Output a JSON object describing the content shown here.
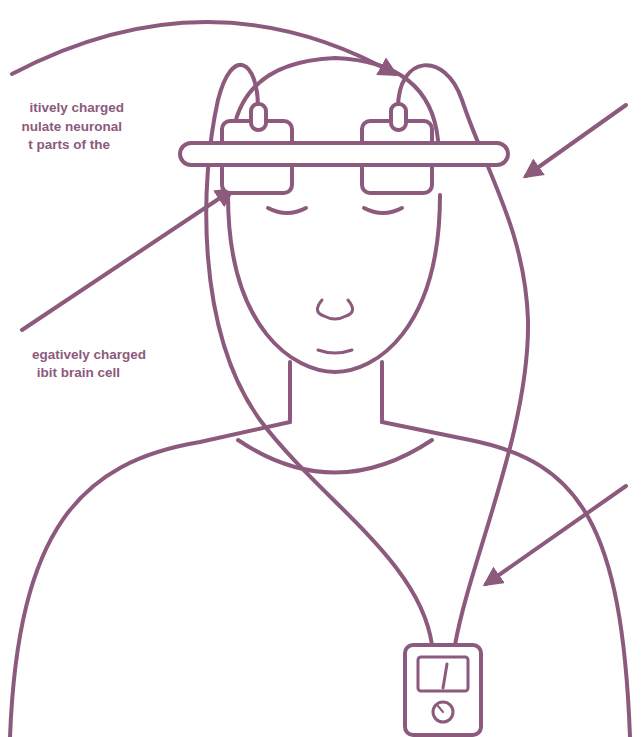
{
  "diagram": {
    "labels": [
      "itively charged",
      "nulate neuronal",
      "t parts of the",
      "egatively charged",
      "ibit brain cell"
    ]
  }
}
